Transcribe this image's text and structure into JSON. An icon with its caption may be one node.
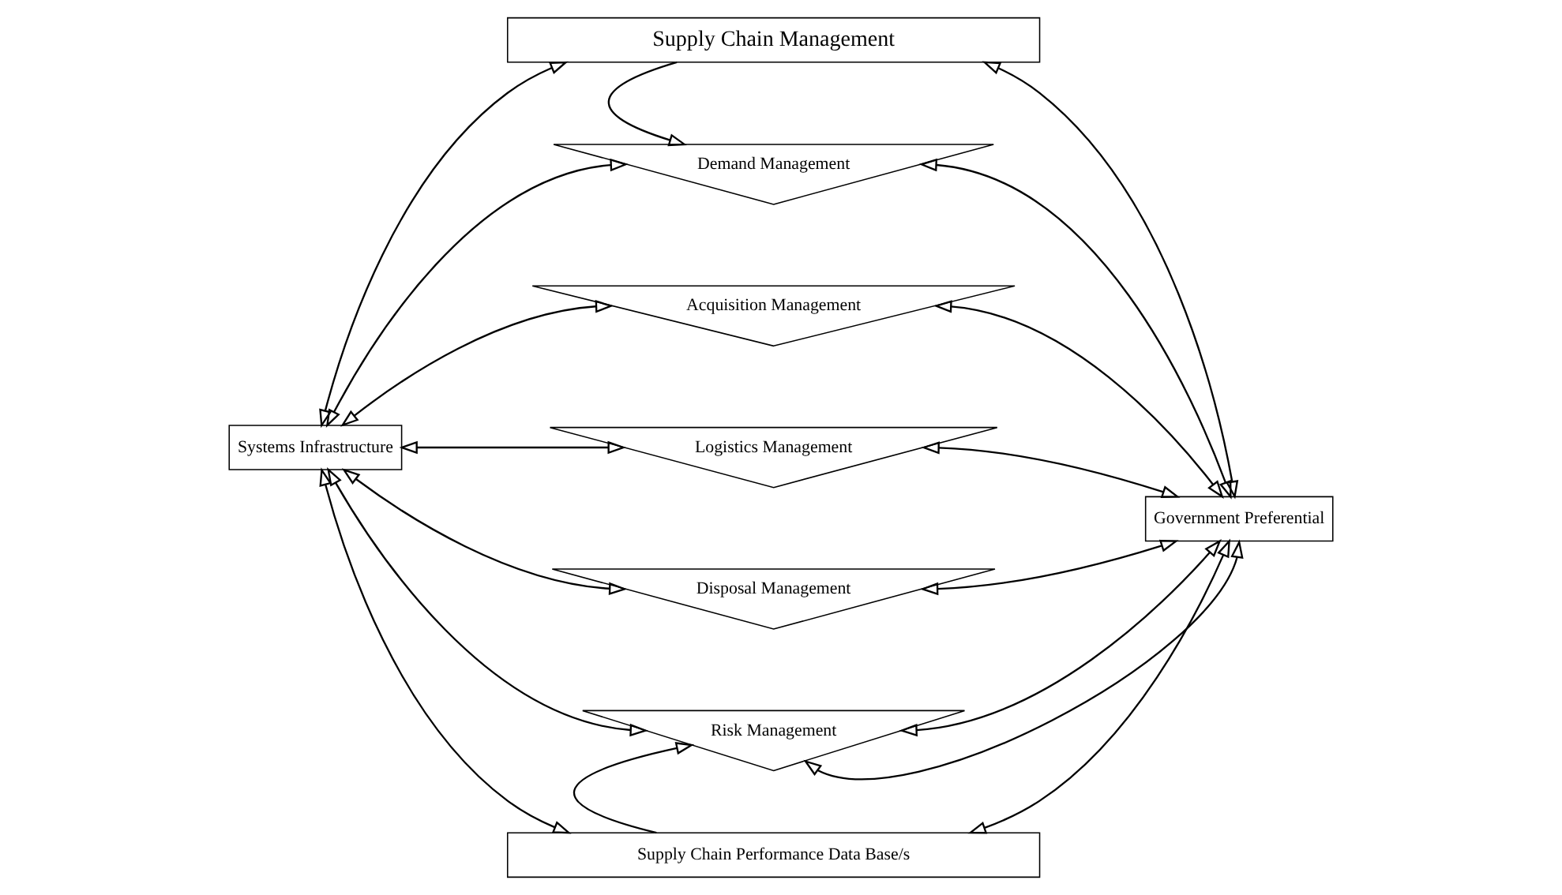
{
  "diagram": {
    "nodes": [
      {
        "text": [
          "Supply Chain Management"
        ]
      },
      {
        "text": [
          "Systems Infrastructure"
        ]
      },
      {
        "text": [
          "Demand Management"
        ]
      },
      {
        "text": [
          "Acquisition Management"
        ]
      },
      {
        "text": [
          "Logistics Management"
        ]
      },
      {
        "text": [
          "Disposal Management"
        ]
      },
      {
        "text": [
          "Risk Management"
        ]
      },
      {
        "text": [
          "Government Preferential"
        ]
      },
      {
        "text": [
          "Supply Chain Performance Data Base/s"
        ]
      }
    ],
    "edges": [
      {
        "from": 0,
        "to": 1,
        "arrow": "both"
      },
      {
        "from": 0,
        "to": 2,
        "arrow": "to"
      },
      {
        "from": 0,
        "to": 7,
        "arrow": "both"
      },
      {
        "from": 1,
        "to": 2,
        "arrow": "both"
      },
      {
        "from": 2,
        "to": 7,
        "arrow": "both"
      },
      {
        "from": 1,
        "to": 3,
        "arrow": "both"
      },
      {
        "from": 3,
        "to": 7,
        "arrow": "both"
      },
      {
        "from": 1,
        "to": 4,
        "arrow": "both"
      },
      {
        "from": 4,
        "to": 7,
        "arrow": "both"
      },
      {
        "from": 1,
        "to": 5,
        "arrow": "both"
      },
      {
        "from": 5,
        "to": 7,
        "arrow": "both"
      },
      {
        "from": 1,
        "to": 6,
        "arrow": "both"
      },
      {
        "from": 6,
        "to": 7,
        "arrow": "both"
      },
      {
        "from": 6,
        "to": 7,
        "arrow": "both"
      },
      {
        "from": 1,
        "to": 8,
        "arrow": "both"
      },
      {
        "from": 8,
        "to": 6,
        "arrow": "to"
      },
      {
        "from": 7,
        "to": 8,
        "arrow": "both"
      }
    ]
  }
}
